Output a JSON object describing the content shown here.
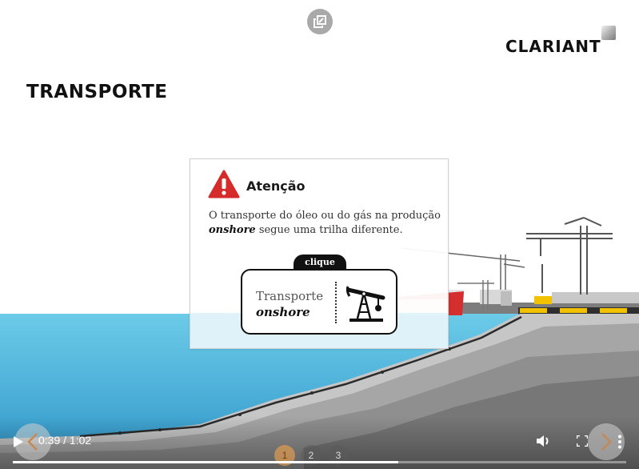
{
  "header": {
    "title": "TRANSPORTE",
    "logo_text": "CLARIANT",
    "popout_icon": "popout-icon"
  },
  "card": {
    "title": "Atenção",
    "icon": "warning-icon",
    "body_plain": "O transporte do óleo ou do gás na produção",
    "body_emphasis": "onshore",
    "body_rest": " segue uma trilha diferente.",
    "tab_label": "clique",
    "button_line1": "Transporte",
    "button_line2": "onshore",
    "button_icon": "oil-pump-icon"
  },
  "player": {
    "time": "0:39 / 1:02",
    "progress": 0.629,
    "slides": [
      "1",
      "2",
      "3"
    ],
    "active_slide": 0,
    "icons": [
      "play-icon",
      "volume-icon",
      "fullscreen-icon",
      "more-options-icon",
      "prev-slide-icon",
      "next-slide-icon"
    ]
  },
  "colors": {
    "water": "#5bc3e3",
    "warning_red": "#d62b2b",
    "ship_hull": "#d32f2f",
    "deck_yellow": "#f2c200"
  }
}
